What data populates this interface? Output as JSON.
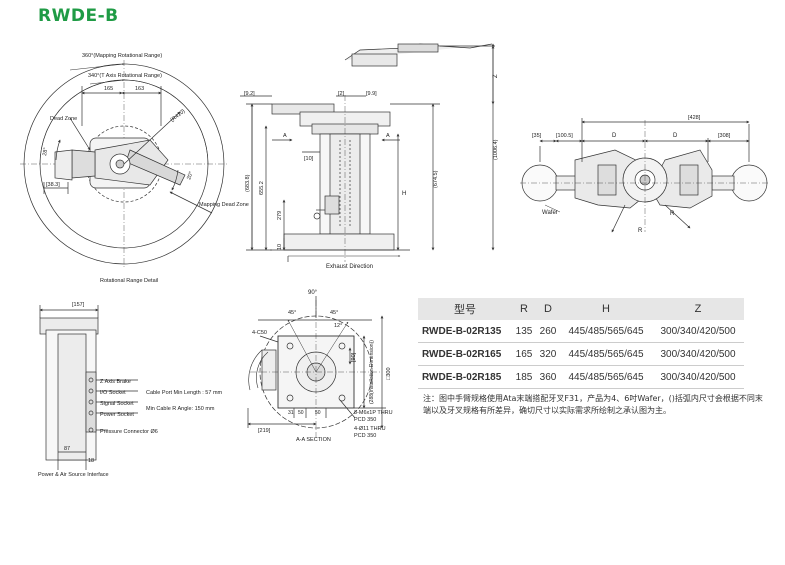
{
  "header": {
    "title": "RWDE-B"
  },
  "top_left": {
    "mapping_range": "360°(Mapping Rotational Range)",
    "axis_range": "340°(T Axis Rotational Range)",
    "dim_165": "165",
    "dim_163": "163",
    "dim_r410": "(R410)",
    "dead_zone": "Dead Zone",
    "angle_28": "28°",
    "angle_20": "20°",
    "dim_38": "[38.3]",
    "mapping_dead_zone": "Mapping Dead Zone",
    "caption": "Rotational Range Detail"
  },
  "top_center": {
    "dim_9_2": "[9.2]",
    "dim_2": "[2]",
    "dim_9_9": "[9.9]",
    "dim_10": "[10]",
    "label_a1": "A",
    "label_a2": "A",
    "dim_683": "(683.8)",
    "dim_655": "655.2",
    "dim_279": "279",
    "dim_10b": "10",
    "dim_h": "H",
    "dim_674": "(674.5)",
    "dim_1006": "(1006.4)",
    "dim_z": "Z",
    "caption": "Exhaust Direction"
  },
  "top_right": {
    "dim_428": "[428]",
    "dim_35": "[35]",
    "dim_100": "[100.5]",
    "dim_d1": "D",
    "dim_d2": "D",
    "dim_308": "[308]",
    "wafer": "Wafer",
    "dim_r1": "R",
    "dim_r2": "R"
  },
  "bottom_left": {
    "dim_157": "[157]",
    "z_brake": "Z Axis Brake",
    "io_socket": "I/O Socket",
    "signal_socket": "Signal Socket",
    "power_socket": "Power Socket",
    "cable_port": "Cable Port Min Length : 57 mm",
    "min_cable": "Min Cable R Angle: 150 mm",
    "pressure": "Pressure Connector Ø6",
    "dim_87": "87",
    "dim_18": "18",
    "caption": "Power & Air Source Interface"
  },
  "bottom_center": {
    "angle_90": "90°",
    "angle_45a": "45°",
    "angle_45b": "45°",
    "angle_12": "12°",
    "c50": "4-C50",
    "dim_90": "[90]",
    "dim_288": "(288(Installation Dimension))",
    "dim_300": "□300",
    "dim_219": "[219]",
    "dim_31": "31",
    "dim_50a": "50",
    "dim_50b": "50",
    "thread1": "8-M6x1P THRU",
    "pcd1": "PCD 350",
    "thread2": "4-Ø11 THRU",
    "pcd2": "PCD 350",
    "caption": "A-A SECTION"
  },
  "table": {
    "headers": [
      "型号",
      "R",
      "D",
      "H",
      "Z"
    ],
    "rows": [
      [
        "RWDE-B-02R135",
        "135",
        "260",
        "445/485/565/645",
        "300/340/420/500"
      ],
      [
        "RWDE-B-02R165",
        "165",
        "320",
        "445/485/565/645",
        "300/340/420/500"
      ],
      [
        "RWDE-B-02R185",
        "185",
        "360",
        "445/485/565/645",
        "300/340/420/500"
      ]
    ]
  },
  "note": "注：图中手臂规格使用Ata末端搭配牙叉F31，产品为4、6吋Wafer，()括弧内尺寸会根据不同末端以及牙叉规格有所差异，确切尺寸以实际需求所绘制之承认图为主。"
}
